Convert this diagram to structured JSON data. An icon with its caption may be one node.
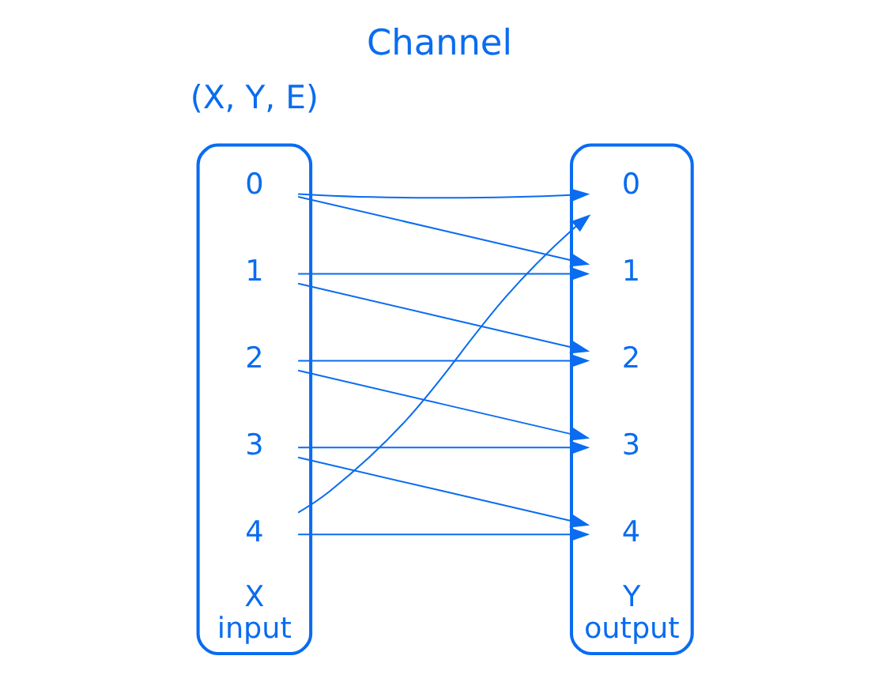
{
  "diagram": {
    "title": "Channel",
    "nodes": [
      {
        "text": [],
        "shape": "ellipse",
        "beside": [
          "X",
          "input"
        ]
      },
      {
        "text": [
          "0"
        ],
        "in": 0
      },
      {
        "text": [
          "1"
        ],
        "in": 0
      },
      {
        "text": [
          "2"
        ],
        "in": 0
      },
      {
        "text": [
          "3"
        ],
        "in": 0
      },
      {
        "text": [
          "4"
        ],
        "in": 0
      },
      {
        "text": [],
        "shape": "ellipse",
        "beside": [
          "Y",
          "output"
        ]
      },
      {
        "text": [
          "0"
        ],
        "in": 6
      },
      {
        "text": [
          "1"
        ],
        "in": 6
      },
      {
        "text": [
          "2"
        ],
        "in": 6
      },
      {
        "text": [
          "3"
        ],
        "in": 6
      },
      {
        "text": [
          "4"
        ],
        "in": 6
      }
    ],
    "edges": [
      {
        "from": 1,
        "to": 7,
        "arrow": "to"
      },
      {
        "from": 1,
        "to": 8,
        "arrow": "to"
      },
      {
        "from": 2,
        "to": 8,
        "arrow": "to"
      },
      {
        "from": 2,
        "to": 9,
        "arrow": "to"
      },
      {
        "from": 3,
        "to": 9,
        "arrow": "to"
      },
      {
        "from": 3,
        "to": 10,
        "arrow": "to"
      },
      {
        "from": 4,
        "to": 10,
        "arrow": "to"
      },
      {
        "from": 4,
        "to": 11,
        "arrow": "to"
      },
      {
        "from": 5,
        "to": 11,
        "arrow": "to"
      },
      {
        "from": 5,
        "to": 7,
        "arrow": "to"
      }
    ],
    "labels": [
      "(X, Y, E)"
    ]
  }
}
